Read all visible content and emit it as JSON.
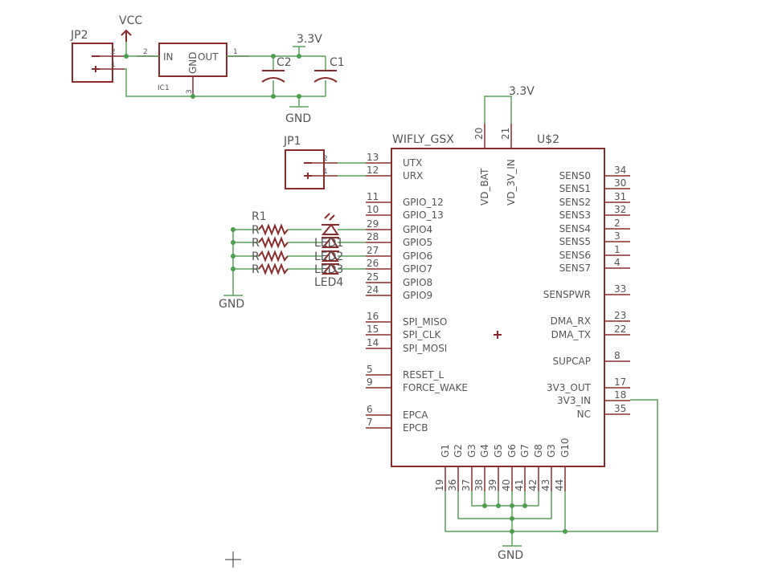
{
  "power": {
    "vcc": "VCC",
    "v33_top": "3.3V",
    "v33_module": "3.3V",
    "gnd_top": "GND",
    "gnd_leds": "GND",
    "gnd_bottom": "GND"
  },
  "jp2": {
    "name": "JP2",
    "pin2": "2",
    "pin1": "1"
  },
  "ic1": {
    "name": "IC1",
    "in": "IN",
    "out": "OUT",
    "gnd": "GND",
    "pin_in": "2",
    "pin_out": "1",
    "pin_gnd": "3"
  },
  "caps": {
    "c2": "C2",
    "c1": "C1"
  },
  "jp1": {
    "name": "JP1",
    "pin2": "2",
    "pin1": "1"
  },
  "resistors": {
    "r1": "R1",
    "overlaps": [
      "R",
      "R",
      "R",
      "R"
    ]
  },
  "leds": {
    "overlaps": [
      "LED1",
      "LED2",
      "LED3"
    ],
    "led4": "LED4"
  },
  "module": {
    "name": "WIFLY_GSX",
    "ref": "U$2",
    "top_pins": [
      {
        "num": "20",
        "name": "VD_BAT"
      },
      {
        "num": "21",
        "name": "VD_3V_IN"
      }
    ],
    "left_pins": [
      {
        "num": "13",
        "name": "UTX"
      },
      {
        "num": "12",
        "name": "URX"
      },
      {
        "num": "11",
        "name": "GPIO_12"
      },
      {
        "num": "10",
        "name": "GPIO_13"
      },
      {
        "num": "29",
        "name": "GPIO4"
      },
      {
        "num": "28",
        "name": "GPIO5"
      },
      {
        "num": "27",
        "name": "GPIO6"
      },
      {
        "num": "26",
        "name": "GPIO7"
      },
      {
        "num": "25",
        "name": "GPIO8"
      },
      {
        "num": "24",
        "name": "GPIO9"
      },
      {
        "num": "16",
        "name": "SPI_MISO"
      },
      {
        "num": "15",
        "name": "SPI_CLK"
      },
      {
        "num": "14",
        "name": "SPI_MOSI"
      },
      {
        "num": "5",
        "name": "RESET_L"
      },
      {
        "num": "9",
        "name": "FORCE_WAKE"
      },
      {
        "num": "6",
        "name": "EPCA"
      },
      {
        "num": "7",
        "name": "EPCB"
      }
    ],
    "right_pins": [
      {
        "num": "34",
        "name": "SENS0"
      },
      {
        "num": "30",
        "name": "SENS1"
      },
      {
        "num": "31",
        "name": "SENS2"
      },
      {
        "num": "32",
        "name": "SENS3"
      },
      {
        "num": "2",
        "name": "SENS4"
      },
      {
        "num": "3",
        "name": "SENS5"
      },
      {
        "num": "1",
        "name": "SENS6"
      },
      {
        "num": "4",
        "name": "SENS7"
      },
      {
        "num": "33",
        "name": "SENSPWR"
      },
      {
        "num": "23",
        "name": "DMA_RX"
      },
      {
        "num": "22",
        "name": "DMA_TX"
      },
      {
        "num": "8",
        "name": "SUPCAP"
      },
      {
        "num": "17",
        "name": "3V3_OUT"
      },
      {
        "num": "18",
        "name": "3V3_IN"
      },
      {
        "num": "35",
        "name": "NC"
      }
    ],
    "bottom_pins": [
      {
        "num": "19",
        "name": "G1"
      },
      {
        "num": "36",
        "name": "G2"
      },
      {
        "num": "37",
        "name": "G3"
      },
      {
        "num": "38",
        "name": "G4"
      },
      {
        "num": "39",
        "name": "G5"
      },
      {
        "num": "40",
        "name": "G6"
      },
      {
        "num": "41",
        "name": "G7"
      },
      {
        "num": "42",
        "name": "G8"
      },
      {
        "num": "43",
        "name": "G3"
      },
      {
        "num": "44",
        "name": "G10"
      }
    ]
  }
}
